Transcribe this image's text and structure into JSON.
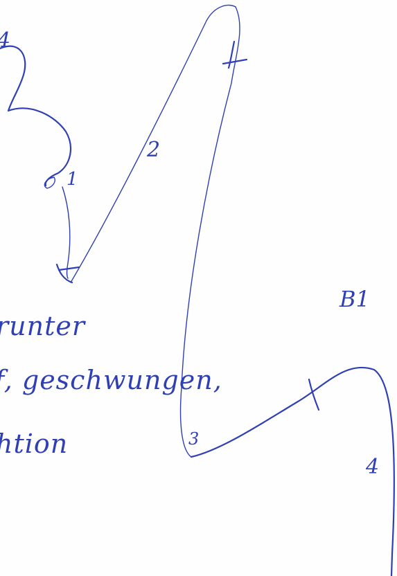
{
  "labels": {
    "top_left": "4",
    "one": "1",
    "two": "2",
    "three": "3",
    "four": "4",
    "b1": "B1"
  },
  "notes": {
    "line1": "runter",
    "line2": "f, geschwungen,",
    "line3": "htion"
  },
  "colors": {
    "ink": "#2f3fb4",
    "paper": "#fefefe"
  }
}
